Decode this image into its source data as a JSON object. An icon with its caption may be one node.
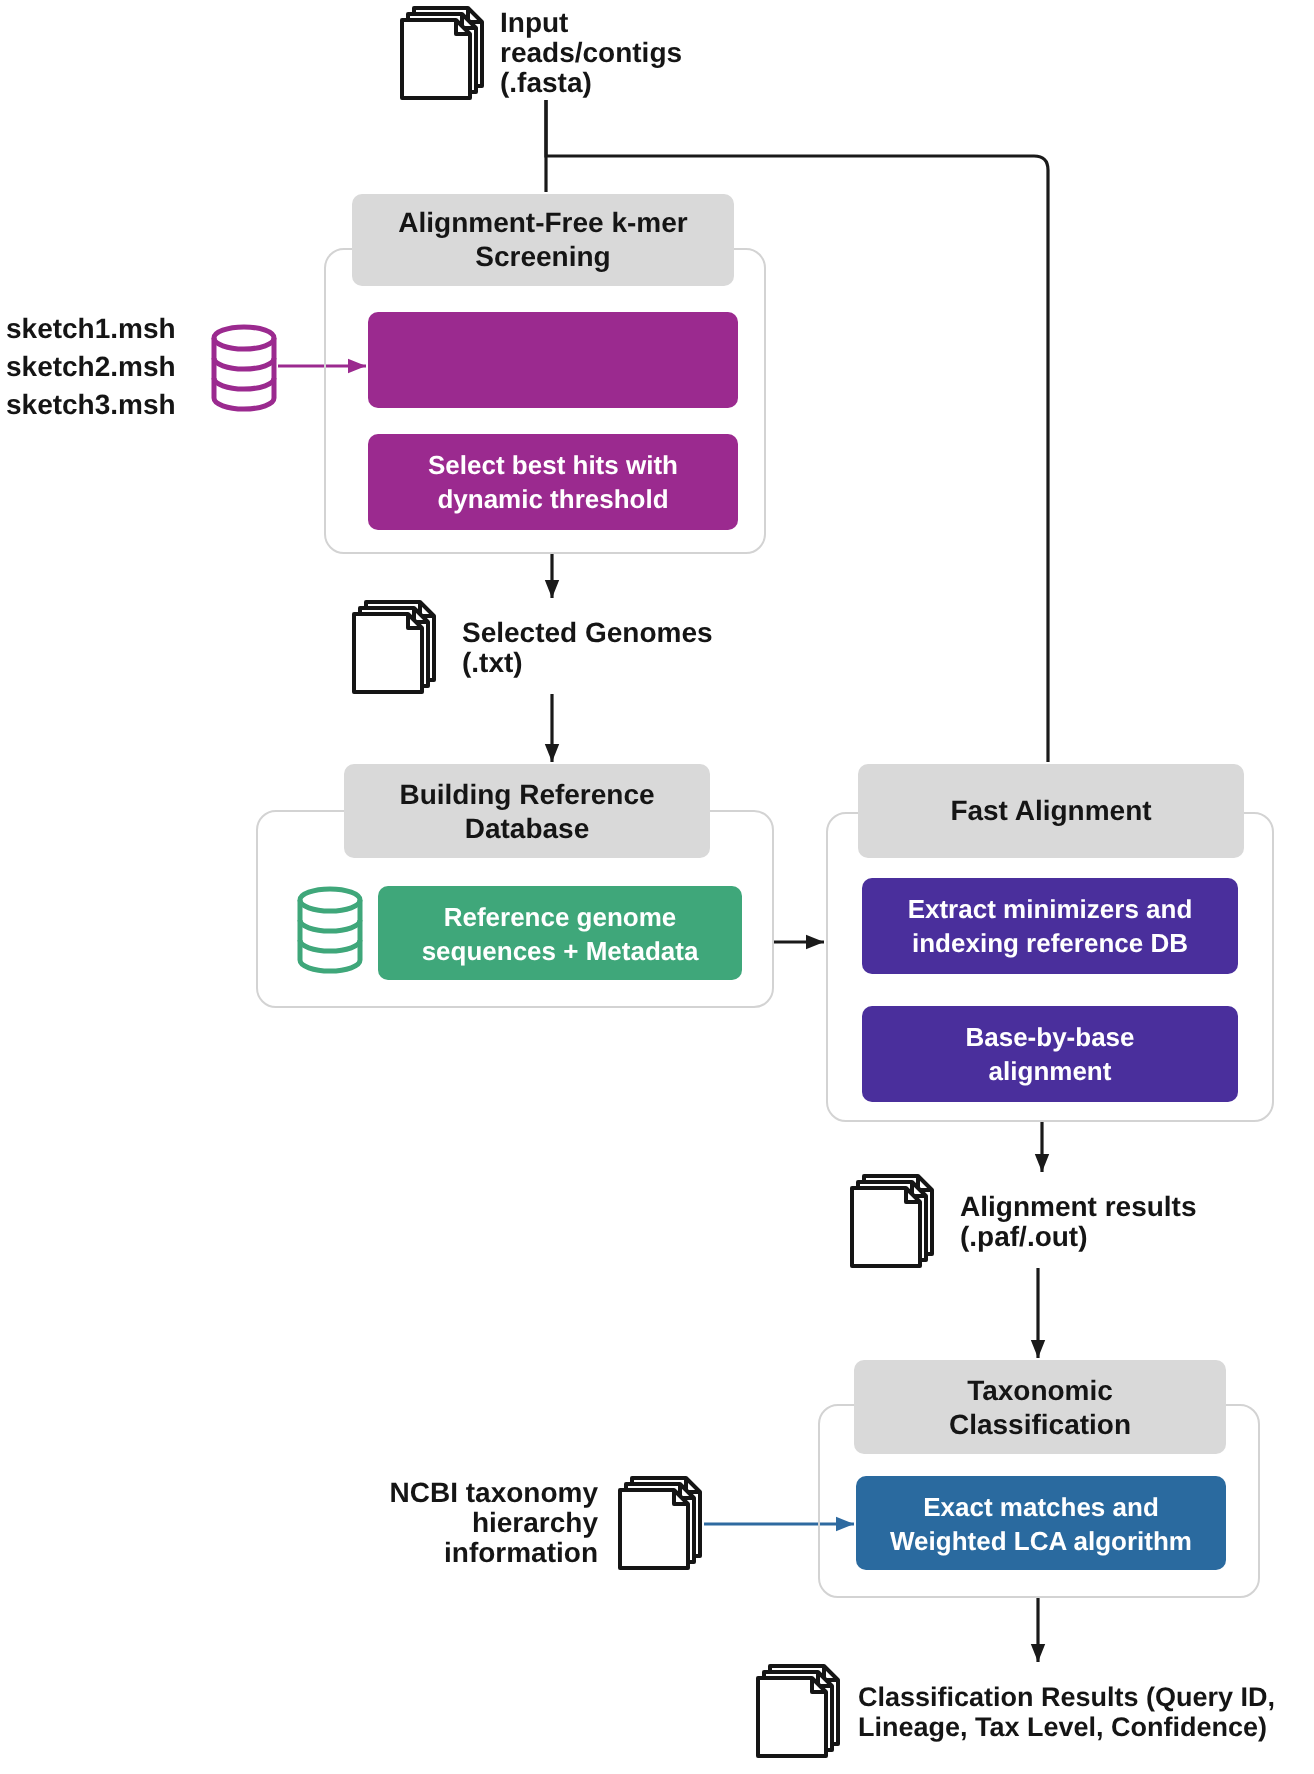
{
  "diagram": {
    "nodes": [
      {
        "text": [
          "Input reads/contigs (.fasta)"
        ]
      },
      {
        "text": [
          "Alignment-Free k-mer Screening"
        ]
      },
      {
        "text": [],
        "shape": "box",
        "in": 1
      },
      {
        "text": [
          "Select best hits with dynamic threshold"
        ],
        "in": 1
      },
      {
        "text": [
          "sketch1.msh",
          "sketch2.msh",
          "sketch3.msh"
        ]
      },
      {
        "text": [
          "Selected Genomes (.txt)"
        ]
      },
      {
        "text": [
          "Building Reference Database"
        ]
      },
      {
        "text": [
          "Reference genome sequences + Metadata"
        ],
        "in": 6
      },
      {
        "text": [
          "Fast Alignment"
        ]
      },
      {
        "text": [
          "Extract minimizers and indexing reference DB"
        ],
        "in": 8
      },
      {
        "text": [
          "Base-by-base alignment"
        ],
        "in": 8
      },
      {
        "text": [
          "Alignment results (.paf/.out)"
        ]
      },
      {
        "text": [
          "NCBI taxonomy hierarchy information"
        ]
      },
      {
        "text": [
          "Taxonomic Classification"
        ]
      },
      {
        "text": [
          "Exact matches and Weighted LCA algorithm"
        ],
        "in": 13
      },
      {
        "text": [
          "Classification Results (Query ID, Lineage, Tax Level, Confidence)"
        ]
      }
    ],
    "edges": [
      {
        "from": 0,
        "to": 1,
        "arrow": "none"
      },
      {
        "from": 0,
        "to": 8,
        "arrow": "none"
      },
      {
        "from": 4,
        "to": 2,
        "arrow": "to",
        "color": "#9b2a8f"
      },
      {
        "from": 1,
        "to": 5,
        "arrow": "to"
      },
      {
        "from": 5,
        "to": 6,
        "arrow": "to"
      },
      {
        "from": 6,
        "to": 8,
        "arrow": "to"
      },
      {
        "from": 8,
        "to": 11,
        "arrow": "to"
      },
      {
        "from": 11,
        "to": 13,
        "arrow": "to"
      },
      {
        "from": 12,
        "to": 14,
        "arrow": "to",
        "color": "#2e6aa0"
      },
      {
        "from": 13,
        "to": 15,
        "arrow": "to"
      }
    ]
  }
}
